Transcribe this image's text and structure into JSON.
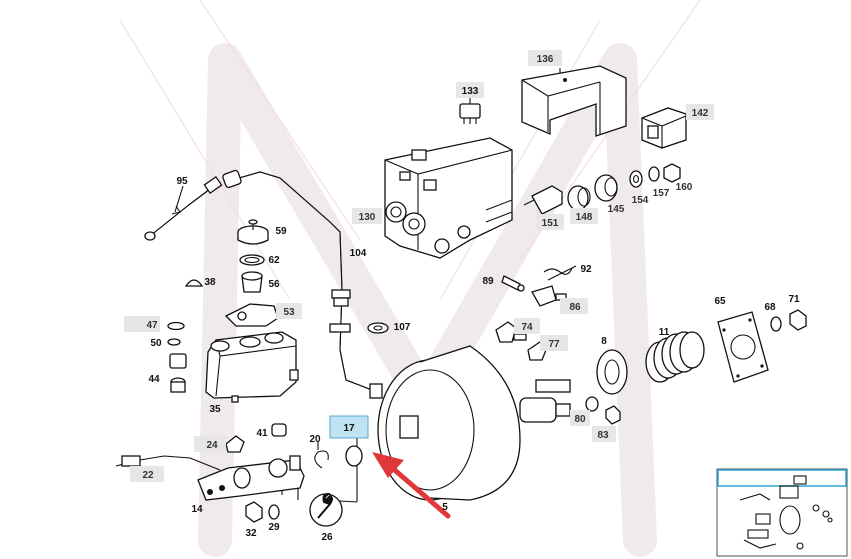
{
  "diagram": {
    "callouts": [
      {
        "id": "p136",
        "num": "136",
        "style": "box"
      },
      {
        "id": "p133",
        "num": "133",
        "style": "box"
      },
      {
        "id": "p142",
        "num": "142",
        "style": "box"
      },
      {
        "id": "p95",
        "num": "95",
        "style": "plain"
      },
      {
        "id": "p130",
        "num": "130",
        "style": "box"
      },
      {
        "id": "p151",
        "num": "151",
        "style": "box"
      },
      {
        "id": "p148",
        "num": "148",
        "style": "box"
      },
      {
        "id": "p145",
        "num": "145",
        "style": "plain"
      },
      {
        "id": "p154",
        "num": "154",
        "style": "plain"
      },
      {
        "id": "p157",
        "num": "157",
        "style": "plain"
      },
      {
        "id": "p160",
        "num": "160",
        "style": "plain"
      },
      {
        "id": "p59",
        "num": "59",
        "style": "plain"
      },
      {
        "id": "p104",
        "num": "104",
        "style": "plain"
      },
      {
        "id": "p62",
        "num": "62",
        "style": "plain"
      },
      {
        "id": "p38",
        "num": "38",
        "style": "plain"
      },
      {
        "id": "p56",
        "num": "56",
        "style": "plain"
      },
      {
        "id": "p89",
        "num": "89",
        "style": "plain"
      },
      {
        "id": "p92",
        "num": "92",
        "style": "plain"
      },
      {
        "id": "p86",
        "num": "86",
        "style": "box"
      },
      {
        "id": "p53",
        "num": "53",
        "style": "box"
      },
      {
        "id": "p47",
        "num": "47",
        "style": "box"
      },
      {
        "id": "p107",
        "num": "107",
        "style": "plain"
      },
      {
        "id": "p74",
        "num": "74",
        "style": "box"
      },
      {
        "id": "p65",
        "num": "65",
        "style": "plain"
      },
      {
        "id": "p68",
        "num": "68",
        "style": "plain"
      },
      {
        "id": "p71",
        "num": "71",
        "style": "plain"
      },
      {
        "id": "p11",
        "num": "11",
        "style": "plain"
      },
      {
        "id": "p50",
        "num": "50",
        "style": "plain"
      },
      {
        "id": "p77",
        "num": "77",
        "style": "box"
      },
      {
        "id": "p8",
        "num": "8",
        "style": "plain"
      },
      {
        "id": "p44",
        "num": "44",
        "style": "plain"
      },
      {
        "id": "p35",
        "num": "35",
        "style": "plain"
      },
      {
        "id": "p80",
        "num": "80",
        "style": "box"
      },
      {
        "id": "p83",
        "num": "83",
        "style": "box"
      },
      {
        "id": "p17",
        "num": "17",
        "style": "highlight"
      },
      {
        "id": "p41",
        "num": "41",
        "style": "plain"
      },
      {
        "id": "p24",
        "num": "24",
        "style": "box"
      },
      {
        "id": "p20",
        "num": "20",
        "style": "plain"
      },
      {
        "id": "p22",
        "num": "22",
        "style": "box"
      },
      {
        "id": "p14",
        "num": "14",
        "style": "plain"
      },
      {
        "id": "p5",
        "num": "5",
        "style": "plain"
      },
      {
        "id": "p32",
        "num": "32",
        "style": "plain"
      },
      {
        "id": "p29",
        "num": "29",
        "style": "plain"
      },
      {
        "id": "p26",
        "num": "26",
        "style": "plain"
      }
    ],
    "highlight_color": "#bfe3f3",
    "arrow_color": "#e0383a",
    "minimap_accent": "#2aa7d6"
  }
}
